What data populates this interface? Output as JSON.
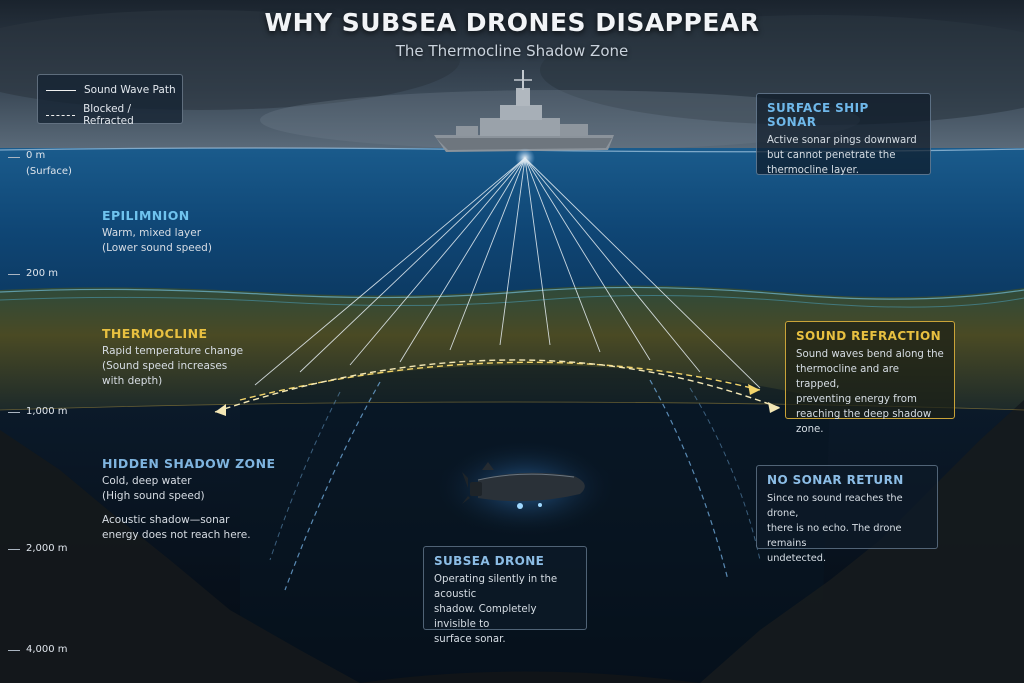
{
  "title": "WHY SUBSEA DRONES DISAPPEAR",
  "subtitle": "The Thermocline Shadow Zone",
  "legend": {
    "solid_label": "Sound Wave Path",
    "dashed_label": "Blocked / Refracted"
  },
  "depth_markers": [
    "0 m",
    "(Surface)",
    "200 m",
    "1,000 m",
    "2,000 m",
    "4,000 m"
  ],
  "layers": {
    "epilimnion": {
      "title": "EPILIMNION",
      "lines": [
        "Warm, mixed layer",
        "(Lower sound speed)"
      ]
    },
    "thermocline": {
      "title": "THERMOCLINE",
      "lines": [
        "Rapid temperature change",
        "(Sound speed increases",
        "with depth)"
      ]
    },
    "shadow": {
      "title": "HIDDEN SHADOW ZONE",
      "lines": [
        "Cold, deep water",
        "(High sound speed)"
      ],
      "note": [
        "Acoustic shadow—sonar",
        "energy does not reach here."
      ]
    }
  },
  "boxes": {
    "surface_sonar": {
      "title": "SURFACE SHIP SONAR",
      "lines": [
        "Active sonar pings downward",
        "but cannot penetrate the",
        "thermocline layer."
      ]
    },
    "refraction": {
      "title": "SOUND REFRACTION",
      "lines": [
        "Sound waves bend along the",
        "thermocline and are trapped,",
        "preventing energy from",
        "reaching the deep shadow zone."
      ]
    },
    "no_return": {
      "title": "NO SONAR RETURN",
      "lines": [
        "Since no sound reaches the drone,",
        "there is no echo. The drone remains",
        "undetected."
      ]
    },
    "drone": {
      "title": "SUBSEA DRONE",
      "lines": [
        "Operating silently in the acoustic",
        "shadow. Completely invisible to",
        "surface sonar."
      ]
    }
  },
  "colors": {
    "epilimnion_title": "#6fc3ee",
    "thermocline_title": "#e8c040",
    "shadow_title": "#7fb4df",
    "sonar_box_title": "#6fb8ea",
    "refraction_box_title": "#e8c040",
    "no_return_title": "#8cbde6",
    "drone_box_title": "#8cbde6",
    "refraction_border": "#c9a338"
  }
}
